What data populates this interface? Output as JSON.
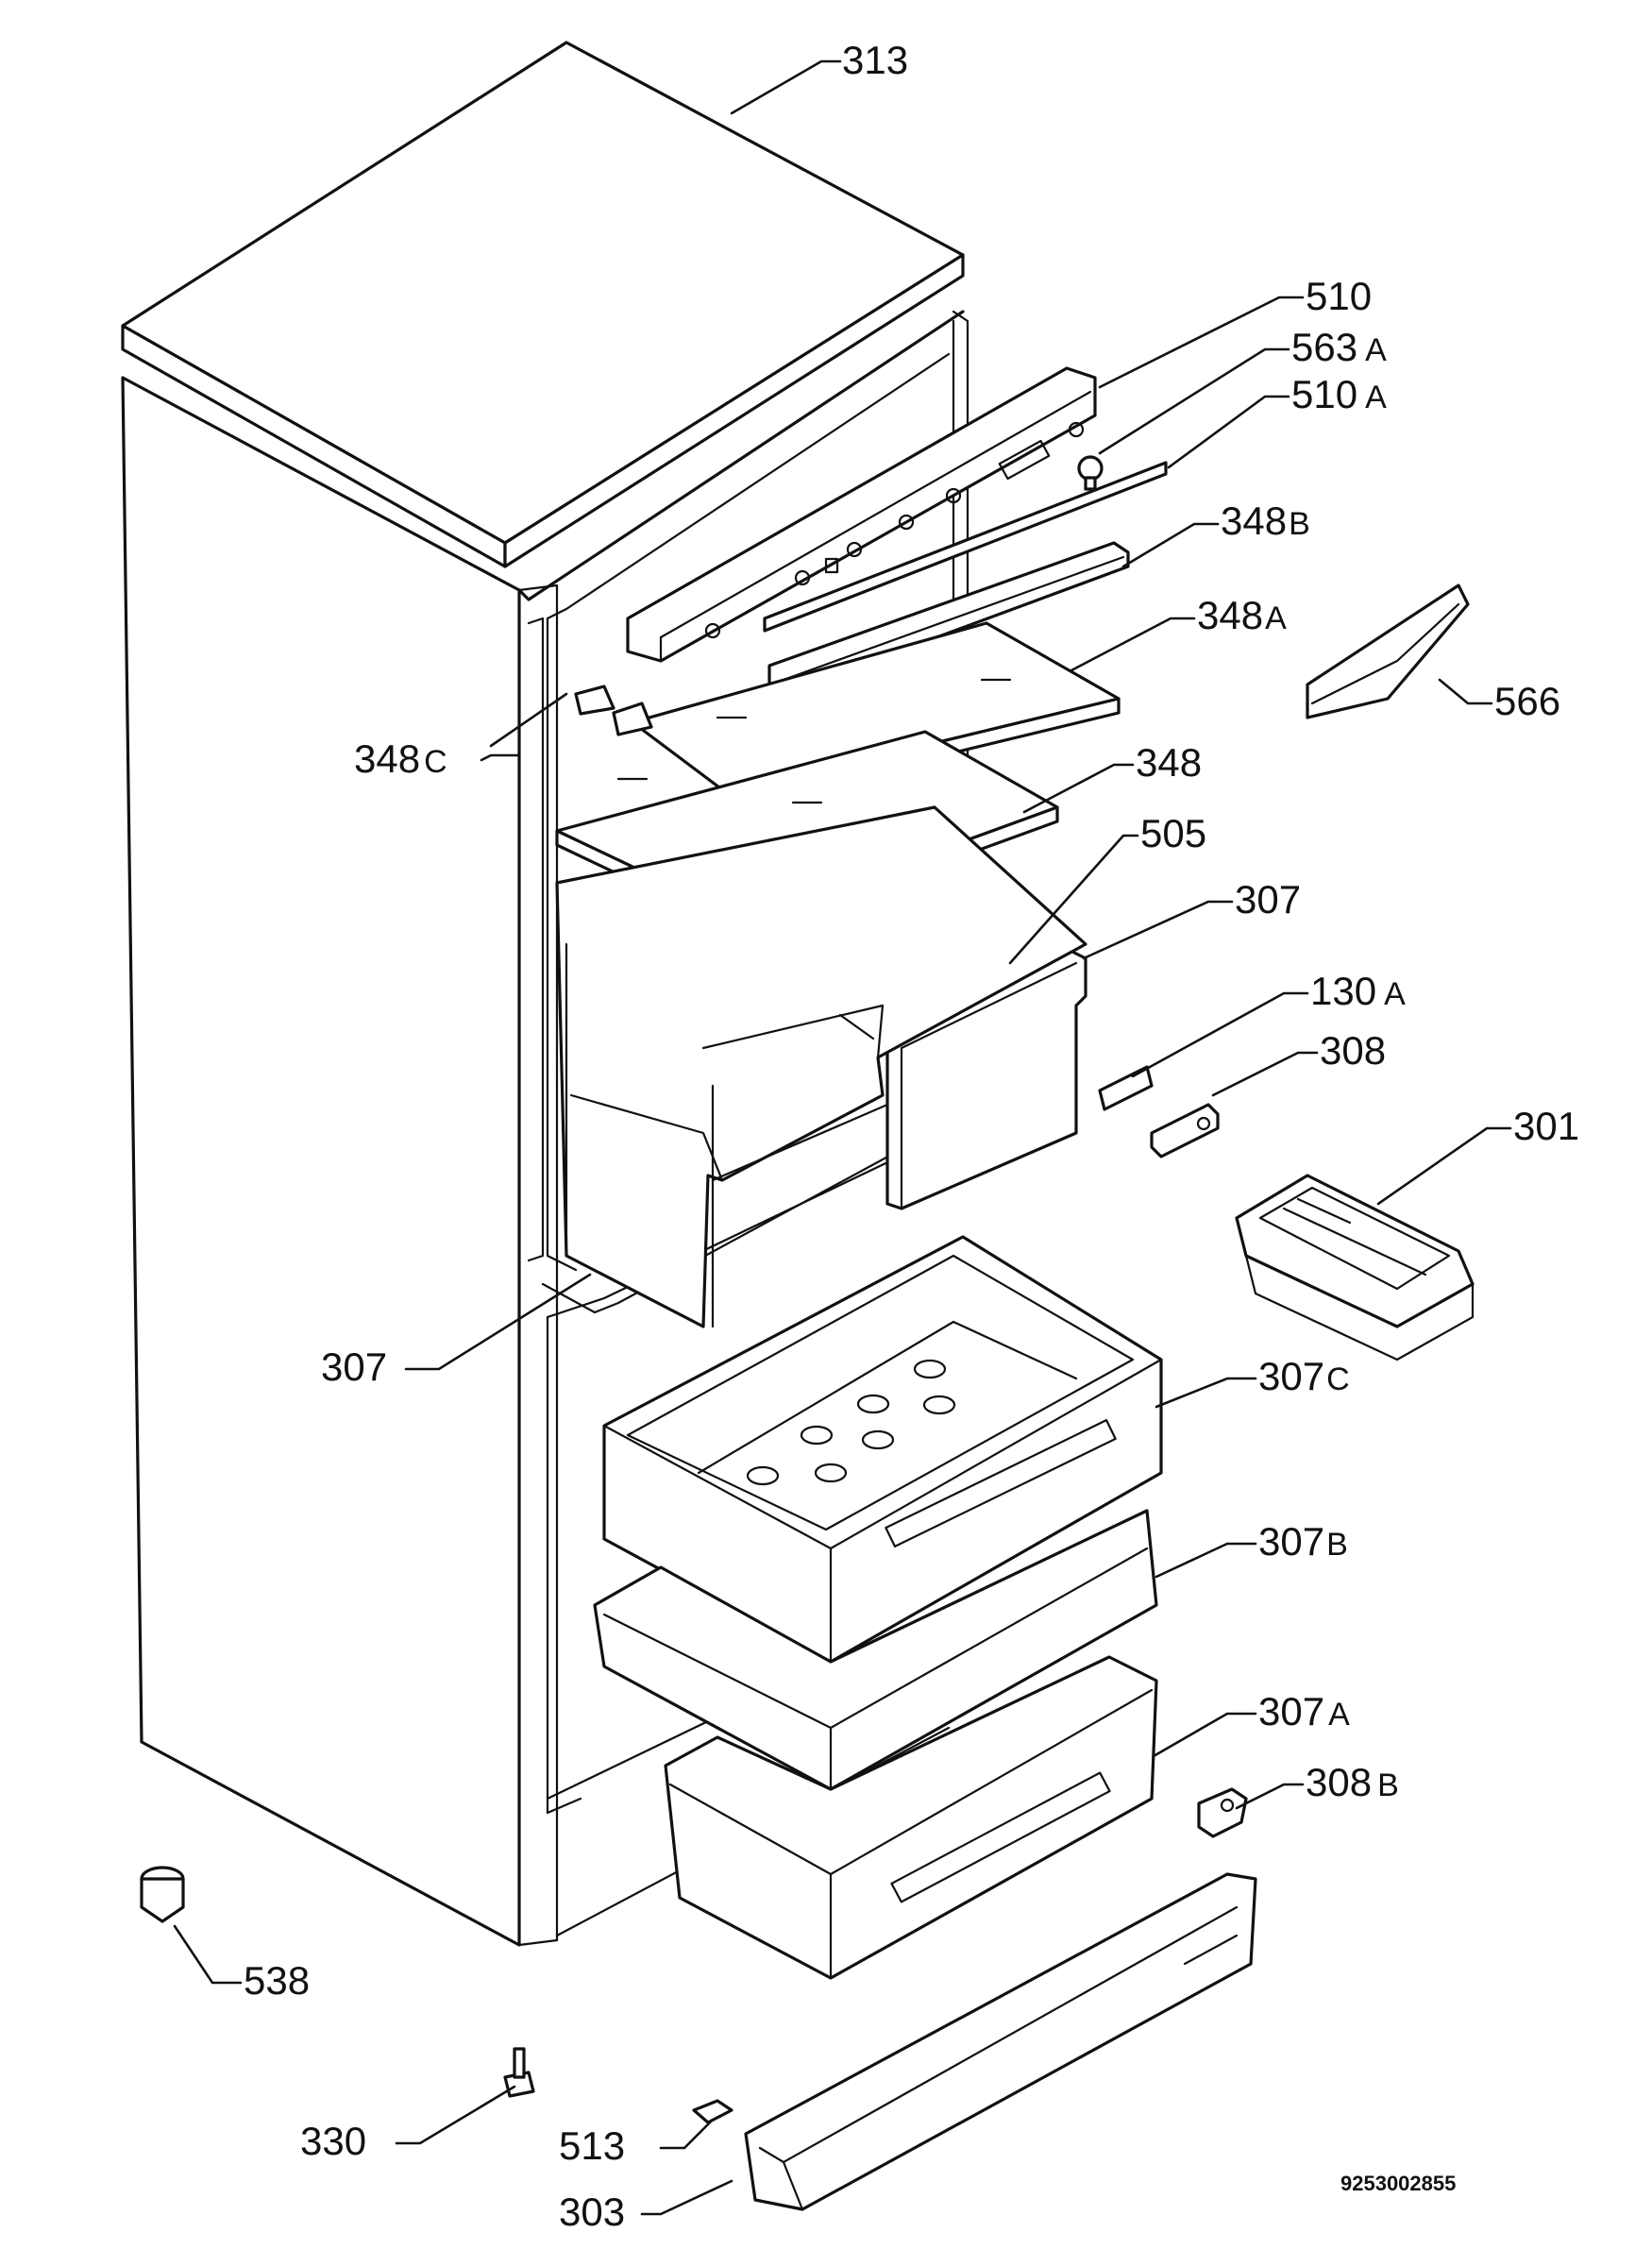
{
  "document_number": "9253002855",
  "callouts": [
    {
      "id": "313",
      "num": "313",
      "suffix": ""
    },
    {
      "id": "510",
      "num": "510",
      "suffix": ""
    },
    {
      "id": "563a",
      "num": "563",
      "suffix": "A"
    },
    {
      "id": "510a",
      "num": "510",
      "suffix": "A"
    },
    {
      "id": "348b",
      "num": "348",
      "suffix": "B"
    },
    {
      "id": "348a",
      "num": "348",
      "suffix": "A"
    },
    {
      "id": "566",
      "num": "566",
      "suffix": ""
    },
    {
      "id": "348c",
      "num": "348",
      "suffix": "C"
    },
    {
      "id": "348",
      "num": "348",
      "suffix": ""
    },
    {
      "id": "505",
      "num": "505",
      "suffix": ""
    },
    {
      "id": "307-top",
      "num": "307",
      "suffix": ""
    },
    {
      "id": "130a",
      "num": "130",
      "suffix": "A"
    },
    {
      "id": "308",
      "num": "308",
      "suffix": ""
    },
    {
      "id": "301",
      "num": "301",
      "suffix": ""
    },
    {
      "id": "307-left",
      "num": "307",
      "suffix": ""
    },
    {
      "id": "307c",
      "num": "307",
      "suffix": "C"
    },
    {
      "id": "307b",
      "num": "307",
      "suffix": "B"
    },
    {
      "id": "307a",
      "num": "307",
      "suffix": "A"
    },
    {
      "id": "308b",
      "num": "308",
      "suffix": "B"
    },
    {
      "id": "538",
      "num": "538",
      "suffix": ""
    },
    {
      "id": "330",
      "num": "330",
      "suffix": ""
    },
    {
      "id": "513",
      "num": "513",
      "suffix": ""
    },
    {
      "id": "303",
      "num": "303",
      "suffix": ""
    }
  ]
}
